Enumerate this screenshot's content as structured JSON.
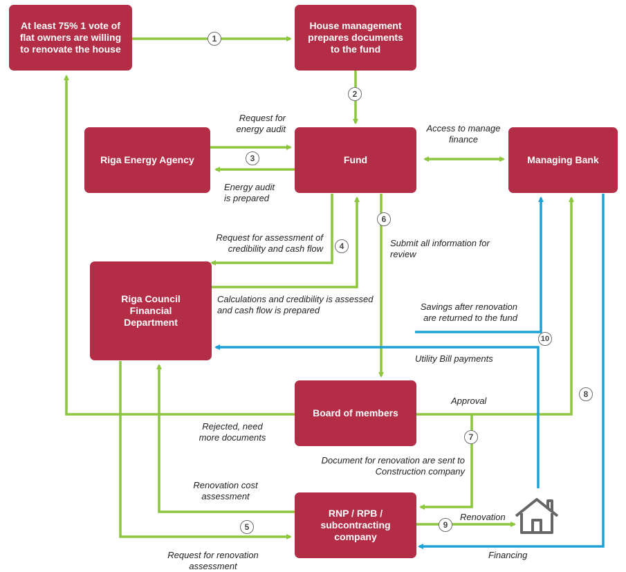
{
  "nodes": {
    "owners": "At least 75% 1 vote of flat owners are willing to renovate the house",
    "house_mgmt": "House management prepares documents to the fund",
    "energy": "Riga Energy Agency",
    "fund": "Fund",
    "bank": "Managing Bank",
    "council": "Riga Council Financial Department",
    "board": "Board of members",
    "company": "RNP / RPB / subcontracting company"
  },
  "labels": {
    "req_audit": "Request for energy audit",
    "audit_prepared": "Energy audit is prepared",
    "access_finance": "Access to manage finance",
    "req_assessment": "Request for assessment of credibility and cash flow",
    "submit_info": "Submit all information for review",
    "calculations": "Calculations and credibility is assessed and cash flow is prepared",
    "savings": "Savings after renovation are returned to the fund",
    "utility": "Utility Bill payments",
    "approval": "Approval",
    "rejected": "Rejected, need more documents",
    "doc_renovation": "Document for renovation are sent to Construction company",
    "reno_cost": "Renovation cost assessment",
    "req_reno": "Request for renovation assessment",
    "renovation": "Renovation",
    "financing": "Financing"
  },
  "steps": [
    "1",
    "2",
    "3",
    "4",
    "5",
    "6",
    "7",
    "8",
    "9",
    "10"
  ],
  "colors": {
    "box": "#b22d45",
    "green": "#8cc63f",
    "blue": "#1ba1d6"
  }
}
